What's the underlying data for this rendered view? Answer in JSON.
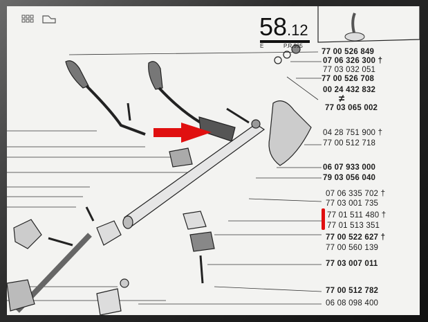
{
  "header": {
    "page_number_major": "58",
    "page_number_minor": ".12",
    "edition": "E",
    "reference": "P.R.995",
    "top_icons": [
      "grid-icon",
      "hand-pointer-icon"
    ]
  },
  "part_numbers": [
    {
      "number": "77 00 526 849",
      "dagger": ""
    },
    {
      "number": "07 06 326 300",
      "dagger": "†"
    },
    {
      "number": "77 03 032 051",
      "dagger": ""
    },
    {
      "number": "77 00 526 708",
      "dagger": ""
    },
    {
      "number": "00 24 432 832",
      "dagger": ""
    },
    {
      "number": "≠",
      "dagger": ""
    },
    {
      "number": "77 03 065 002",
      "dagger": ""
    },
    {
      "number": "04 28 751 900",
      "dagger": "†"
    },
    {
      "number": "77 00 512 718",
      "dagger": ""
    },
    {
      "number": "06 07 933 000",
      "dagger": ""
    },
    {
      "number": "79 03 056 040",
      "dagger": ""
    },
    {
      "number": "07 06 335 702",
      "dagger": "†"
    },
    {
      "number": "77 03 001 735",
      "dagger": ""
    },
    {
      "number": "77 01 511 480",
      "dagger": "†"
    },
    {
      "number": "77 01 513 351",
      "dagger": ""
    },
    {
      "number": "77 00 522 627",
      "dagger": "†"
    },
    {
      "number": "77 00 560 139",
      "dagger": ""
    },
    {
      "number": "77 03 007 011",
      "dagger": ""
    },
    {
      "number": "77 00 512 782",
      "dagger": ""
    },
    {
      "number": "06 08 098 400",
      "dagger": ""
    }
  ],
  "colors": {
    "highlight": "#e01010",
    "paper": "#f3f3f1",
    "ink": "#1c1c1c"
  }
}
